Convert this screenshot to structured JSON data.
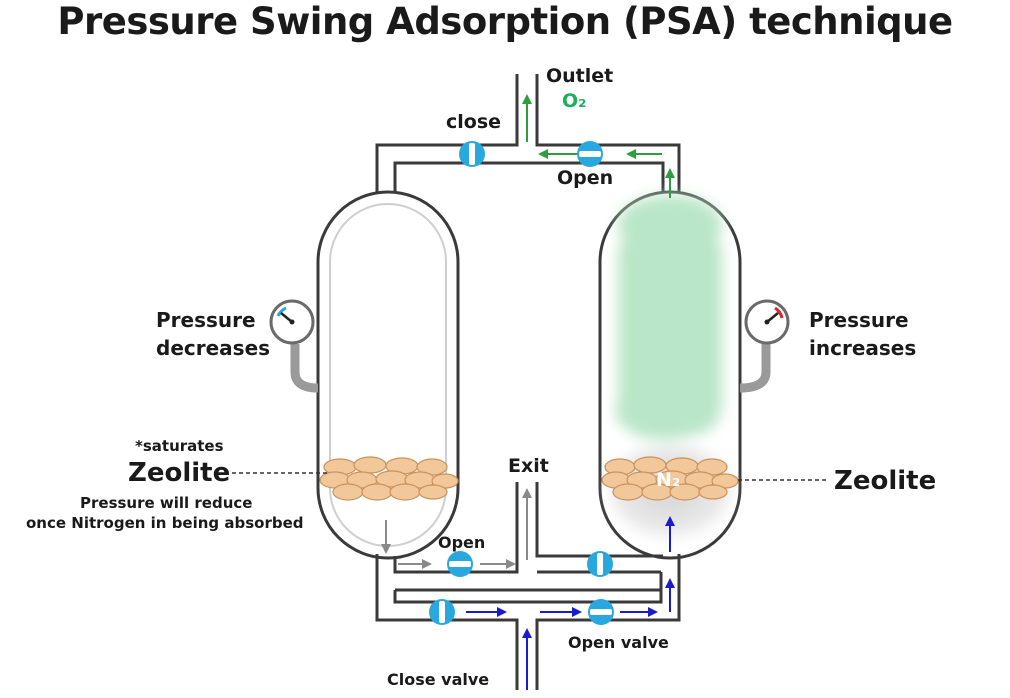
{
  "title": "Pressure Swing Adsorption (PSA) technique",
  "labels": {
    "outlet": "Outlet",
    "outlet_gas": "O₂",
    "close_top": "close",
    "open_top": "Open",
    "pressure_left_1": "Pressure",
    "pressure_left_2": "decreases",
    "pressure_right_1": "Pressure",
    "pressure_right_2": "increases",
    "saturates_note": "*saturates",
    "zeolite_left": "Zeolite",
    "reduce_note_1": "Pressure will reduce",
    "reduce_note_2": "once Nitrogen in being absorbed",
    "zeolite_right": "Zeolite",
    "nitrogen_mark": "N₂",
    "exit": "Exit",
    "open_bottom": "Open",
    "open_valve": "Open valve",
    "close_valve": "Close valve"
  },
  "colors": {
    "pipe": "#3a3a3a",
    "valve": "#29a8e0",
    "flow_green": "#2e9e3e",
    "flow_blue": "#1a1ad0",
    "flow_gray": "#8a8a8a",
    "oxygen_text": "#1fae5f",
    "gas_cloud": "#b9e6c8",
    "zeolite": "#f2c79a",
    "gauge_needle_left": "#29a8e0",
    "gauge_needle_right": "#e02020"
  }
}
